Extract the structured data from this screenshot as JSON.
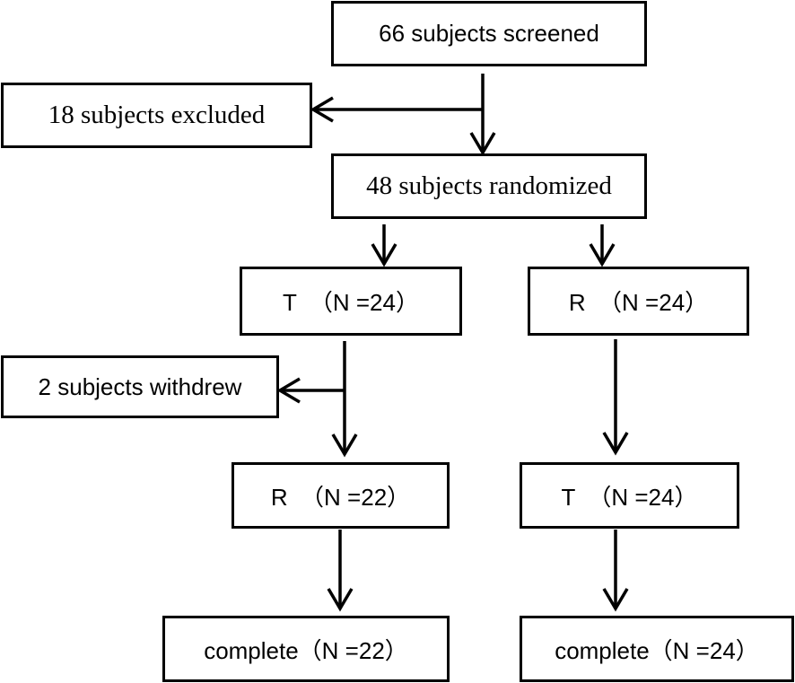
{
  "flowchart": {
    "screened": "66 subjects screened",
    "excluded": "18 subjects excluded",
    "randomized": "48 subjects randomized",
    "left": {
      "period1": "T  （N =24）",
      "withdrew": "2 subjects withdrew",
      "period2": "R  （N =22）",
      "complete": "complete（N =22）"
    },
    "right": {
      "period1": "R  （N =24）",
      "period2": "T  （N =24）",
      "complete": "complete（N =24）"
    }
  }
}
